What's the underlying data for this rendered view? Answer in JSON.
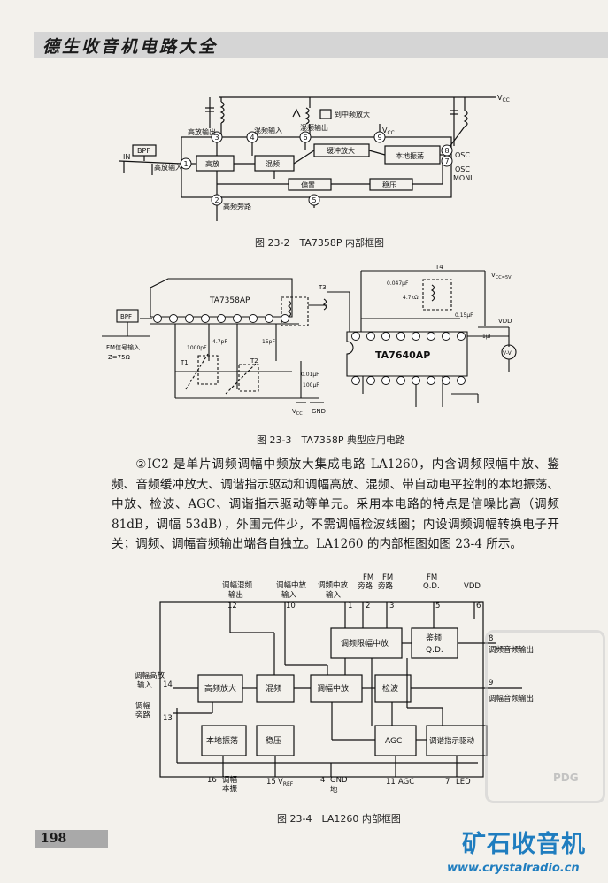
{
  "header": {
    "title": "德生收音机电路大全"
  },
  "fig1": {
    "caption": "图 23-2　TA7358P 内部框图",
    "labels": {
      "vcc_top": "V",
      "vcc_sub": "CC",
      "vcc2": "V",
      "vcc2_sub": "CC",
      "gaofang_out": "高放输出",
      "hunpin_in": "混频输入",
      "hunpin_out": "混频输出",
      "to_if": "到中频放大",
      "bpf": "BPF",
      "in": "IN",
      "gaofang_in": "高放输入",
      "gaofang": "高放",
      "hunpin": "混频",
      "huanchong": "缓冲放大",
      "bendi": "本地振荡",
      "pianzhi": "偏置",
      "wenya": "稳压",
      "pang": "高频旁路",
      "osc": "OSC",
      "oscmoni": "OSC",
      "moni": "MONI",
      "p1": "1",
      "p2": "2",
      "p3": "3",
      "p4": "4",
      "p5": "5",
      "p6": "6",
      "p7": "7",
      "p8": "8",
      "p9": "9"
    }
  },
  "fig2": {
    "caption": "图 23-3　TA7358P 典型应用电路",
    "labels": {
      "chip1": "TA7358AP",
      "chip2": "TA7640AP",
      "bpf": "BPF",
      "fm_in": "FM信号输入",
      "z0": "Z",
      "z0_val": "=75Ω",
      "t1": "T1",
      "t2": "T2",
      "t3": "T3",
      "t4": "T4",
      "vcc": "V",
      "vcc_sub": "CC",
      "gnd": "GND",
      "vcc5": "V",
      "vcc5_sub": "CC=5V",
      "vdd": "VDD",
      "vv": "V-V",
      "c1000": "1000pF",
      "c15": "15pF",
      "c47": "4.7pF",
      "c001": "0.01μF",
      "c100": "100μF",
      "c1u": "1μF",
      "c0047": "0.047μF",
      "c47k": "4.7kΩ",
      "c015": "0.15μF"
    }
  },
  "body": {
    "paragraph": "②IC2 是单片调频调幅中频放大集成电路 LA1260，内含调频限幅中放、鉴频、音频缓冲放大、调谐指示驱动和调幅高放、混频、带自动电平控制的本地振荡、中放、检波、AGC、调谐指示驱动等单元。采用本电路的特点是信噪比高（调频 81dB，调幅 53dB），外围元件少，不需调幅检波线圈；内设调频调幅转换电子开关；调频、调幅音频输出端各自独立。LA1260 的内部框图如图 23-4 所示。"
  },
  "fig3": {
    "caption": "图 23-4　LA1260 内部框图",
    "labels": {
      "am_mix_out": "调幅混频",
      "am_mix_out2": "输出",
      "am_if_in": "调幅中放",
      "am_if_in2": "输入",
      "fm_if_in": "调频中放",
      "fm_if_in2": "输入",
      "fm_bp1": "FM",
      "fm_bp1b": "旁路",
      "fm_bp2": "FM",
      "fm_bp2b": "旁路",
      "fm_qd": "FM",
      "fm_qd2": "Q.D.",
      "vdd": "VDD",
      "limit": "调频限幅中放",
      "qd": "鉴频",
      "qd2": "Q.D.",
      "am_rf_in": "调幅高放",
      "am_rf_in2": "输入",
      "am_bp": "调幅",
      "am_bp2": "旁路",
      "rf_amp": "高频放大",
      "mix": "混频",
      "am_if": "调幅中放",
      "det": "检波",
      "osc": "本地振荡",
      "reg": "稳压",
      "agc": "AGC",
      "tune": "调谐指示驱动",
      "fm_out": "调频音频输出",
      "am_out": "调幅音频输出",
      "p16": "16",
      "p16a": "调幅",
      "p16b": "本振",
      "p15": "15",
      "vref": "V",
      "vref_sub": "REF",
      "p4": "4",
      "gnd": "GND",
      "gnd2": "地",
      "p11": "11",
      "agc_pin": "AGC",
      "p7": "7",
      "led": "LED",
      "p12": "12",
      "p10": "10",
      "p1": "1",
      "p2": "2",
      "p3": "3",
      "p5": "5",
      "p6": "6",
      "p8": "8",
      "p9": "9",
      "p14": "14",
      "p13": "13"
    }
  },
  "footer": {
    "page_number": "198",
    "logo_cn": "矿石收音机",
    "logo_url": "www.crystalradio.cn",
    "watermark": "PDG"
  },
  "colors": {
    "logo": "#1f7dbf",
    "header_band": "#d5d5d5"
  }
}
